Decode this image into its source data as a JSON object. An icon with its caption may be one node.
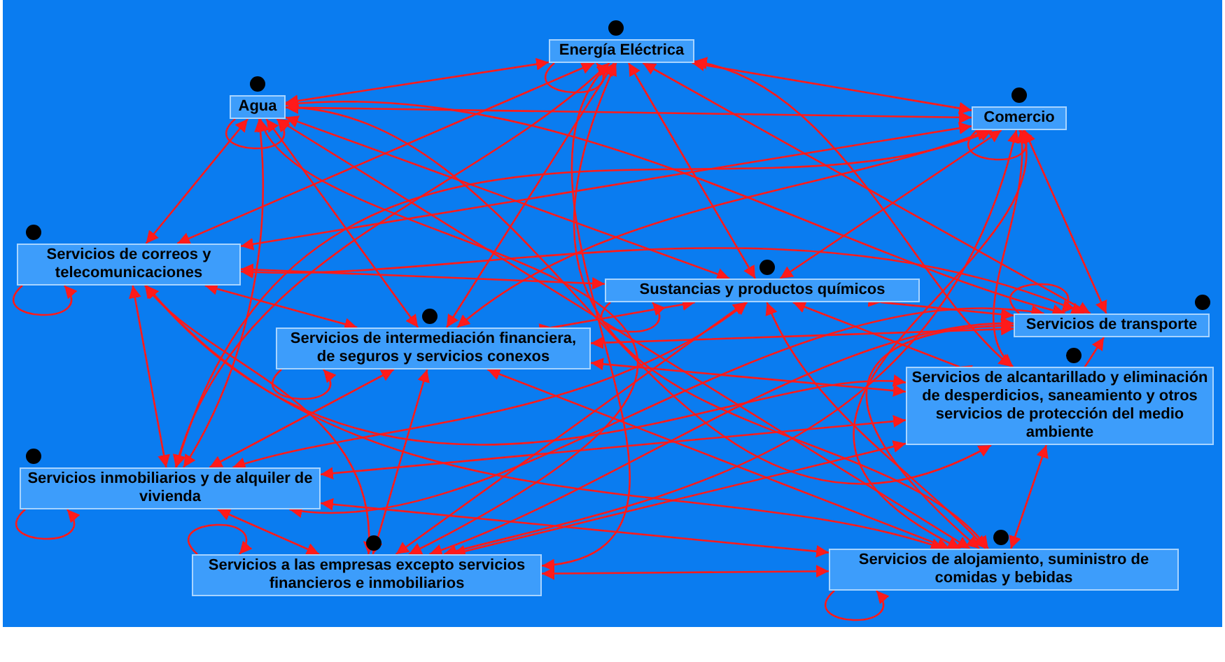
{
  "diagram": {
    "nodes": [
      {
        "text": [
          "Energía Eléctrica"
        ]
      },
      {
        "text": [
          "Agua"
        ]
      },
      {
        "text": [
          "Comercio"
        ]
      },
      {
        "text": [
          "Servicios de correos y telecomunicaciones"
        ]
      },
      {
        "text": [
          "Sustancias y productos químicos"
        ]
      },
      {
        "text": [
          "Servicios de intermediación financiera, de seguros y servicios conexos"
        ]
      },
      {
        "text": [
          "Servicios de transporte"
        ]
      },
      {
        "text": [
          "Servicios de alcantarillado y eliminación de desperdicios, saneamiento y otros servicios de protección del medio ambiente"
        ]
      },
      {
        "text": [
          "Servicios inmobiliarios y de alquiler de vivienda"
        ]
      },
      {
        "text": [
          "Servicios a las empresas excepto servicios financieros e inmobiliarios"
        ]
      },
      {
        "text": [
          "Servicios de alojamiento, suministro de comidas y bebidas"
        ]
      }
    ],
    "edges": [
      {
        "from": 0,
        "to": 0,
        "arrow": "to"
      },
      {
        "from": 1,
        "to": 1,
        "arrow": "to"
      },
      {
        "from": 2,
        "to": 2,
        "arrow": "to"
      },
      {
        "from": 3,
        "to": 3,
        "arrow": "to"
      },
      {
        "from": 4,
        "to": 4,
        "arrow": "to"
      },
      {
        "from": 5,
        "to": 5,
        "arrow": "to"
      },
      {
        "from": 6,
        "to": 6,
        "arrow": "to"
      },
      {
        "from": 8,
        "to": 8,
        "arrow": "to"
      },
      {
        "from": 9,
        "to": 9,
        "arrow": "to"
      },
      {
        "from": 10,
        "to": 10,
        "arrow": "to"
      },
      {
        "from": 0,
        "to": 1,
        "arrow": "both"
      },
      {
        "from": 0,
        "to": 2,
        "arrow": "both"
      },
      {
        "from": 0,
        "to": 3,
        "arrow": "both"
      },
      {
        "from": 0,
        "to": 4,
        "arrow": "both"
      },
      {
        "from": 0,
        "to": 5,
        "arrow": "both"
      },
      {
        "from": 0,
        "to": 6,
        "arrow": "both"
      },
      {
        "from": 0,
        "to": 7,
        "arrow": "both"
      },
      {
        "from": 0,
        "to": 8,
        "arrow": "both"
      },
      {
        "from": 0,
        "to": 9,
        "arrow": "both"
      },
      {
        "from": 0,
        "to": 10,
        "arrow": "both"
      },
      {
        "from": 1,
        "to": 2,
        "arrow": "both"
      },
      {
        "from": 1,
        "to": 3,
        "arrow": "both"
      },
      {
        "from": 1,
        "to": 4,
        "arrow": "both"
      },
      {
        "from": 1,
        "to": 5,
        "arrow": "both"
      },
      {
        "from": 1,
        "to": 6,
        "arrow": "both"
      },
      {
        "from": 1,
        "to": 7,
        "arrow": "both"
      },
      {
        "from": 1,
        "to": 8,
        "arrow": "both"
      },
      {
        "from": 1,
        "to": 9,
        "arrow": "both"
      },
      {
        "from": 1,
        "to": 10,
        "arrow": "both"
      },
      {
        "from": 2,
        "to": 3,
        "arrow": "both"
      },
      {
        "from": 2,
        "to": 4,
        "arrow": "both"
      },
      {
        "from": 2,
        "to": 5,
        "arrow": "both"
      },
      {
        "from": 2,
        "to": 6,
        "arrow": "both"
      },
      {
        "from": 2,
        "to": 7,
        "arrow": "both"
      },
      {
        "from": 2,
        "to": 8,
        "arrow": "both"
      },
      {
        "from": 2,
        "to": 9,
        "arrow": "both"
      },
      {
        "from": 2,
        "to": 10,
        "arrow": "both"
      },
      {
        "from": 3,
        "to": 4,
        "arrow": "both"
      },
      {
        "from": 3,
        "to": 5,
        "arrow": "both"
      },
      {
        "from": 3,
        "to": 6,
        "arrow": "both"
      },
      {
        "from": 3,
        "to": 7,
        "arrow": "both"
      },
      {
        "from": 3,
        "to": 8,
        "arrow": "both"
      },
      {
        "from": 3,
        "to": 9,
        "arrow": "both"
      },
      {
        "from": 3,
        "to": 10,
        "arrow": "both"
      },
      {
        "from": 4,
        "to": 5,
        "arrow": "both"
      },
      {
        "from": 4,
        "to": 6,
        "arrow": "both"
      },
      {
        "from": 4,
        "to": 7,
        "arrow": "both"
      },
      {
        "from": 4,
        "to": 8,
        "arrow": "both"
      },
      {
        "from": 4,
        "to": 9,
        "arrow": "both"
      },
      {
        "from": 4,
        "to": 10,
        "arrow": "both"
      },
      {
        "from": 5,
        "to": 6,
        "arrow": "both"
      },
      {
        "from": 5,
        "to": 7,
        "arrow": "both"
      },
      {
        "from": 5,
        "to": 8,
        "arrow": "both"
      },
      {
        "from": 5,
        "to": 9,
        "arrow": "both"
      },
      {
        "from": 5,
        "to": 10,
        "arrow": "both"
      },
      {
        "from": 6,
        "to": 7,
        "arrow": "both"
      },
      {
        "from": 6,
        "to": 8,
        "arrow": "both"
      },
      {
        "from": 6,
        "to": 9,
        "arrow": "both"
      },
      {
        "from": 6,
        "to": 10,
        "arrow": "both"
      },
      {
        "from": 7,
        "to": 8,
        "arrow": "both"
      },
      {
        "from": 7,
        "to": 9,
        "arrow": "both"
      },
      {
        "from": 7,
        "to": 10,
        "arrow": "both"
      },
      {
        "from": 8,
        "to": 9,
        "arrow": "both"
      },
      {
        "from": 8,
        "to": 10,
        "arrow": "both"
      },
      {
        "from": 9,
        "to": 10,
        "arrow": "both"
      }
    ]
  }
}
